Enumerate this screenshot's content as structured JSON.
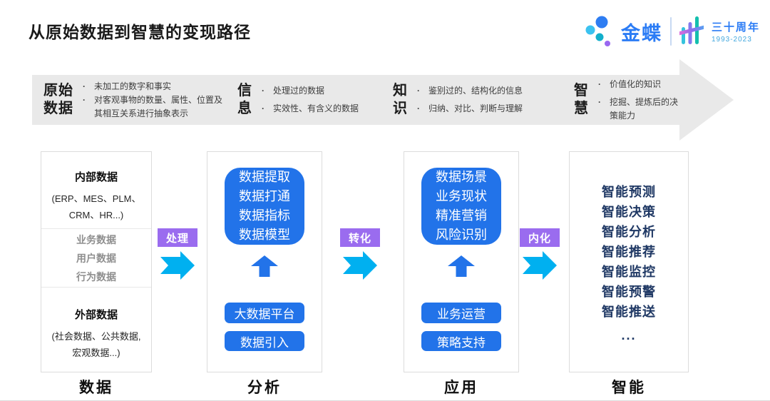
{
  "page": {
    "title": "从原始数据到智慧的变现路径"
  },
  "logo": {
    "brand": "金蝶",
    "anniversary": "三十周年",
    "years": "1993-2023"
  },
  "banner": {
    "stages": [
      {
        "heading": "原始\n数据",
        "bullets": [
          "未加工的数字和事实",
          "对客观事物的数量、属性、位置及其相互关系进行抽象表示"
        ]
      },
      {
        "heading": "信\n息",
        "bullets": [
          "处理过的数据",
          "实效性、有含义的数据"
        ]
      },
      {
        "heading": "知\n识",
        "bullets": [
          "鉴别过的、结构化的信息",
          "归纳、对比、判断与理解"
        ]
      },
      {
        "heading": "智\n慧",
        "bullets": [
          "价值化的知识",
          "挖掘、提炼后的决策能力"
        ]
      }
    ]
  },
  "columns": {
    "data": {
      "label": "数据",
      "internal_title": "内部数据",
      "internal_detail": "(ERP、MES、PLM、CRM、HR...)",
      "middle_items": [
        "业务数据",
        "用户数据",
        "行为数据"
      ],
      "external_title": "外部数据",
      "external_detail": "(社会数据、公共数据, 宏观数据...)"
    },
    "analysis": {
      "label": "分析",
      "big_box": "数据提取\n数据打通\n数据指标\n数据模型",
      "small_boxes": [
        "大数据平台",
        "数据引入"
      ]
    },
    "application": {
      "label": "应用",
      "big_box": "数据场景\n业务现状\n精准营销\n风险识别",
      "small_boxes": [
        "业务运营",
        "策略支持"
      ]
    },
    "intelligence": {
      "label": "智能",
      "items": [
        "智能预测",
        "智能决策",
        "智能分析",
        "智能推荐",
        "智能监控",
        "智能预警",
        "智能推送",
        "..."
      ]
    }
  },
  "connectors": [
    {
      "label": "处理"
    },
    {
      "label": "转化"
    },
    {
      "label": "内化"
    }
  ],
  "colors": {
    "accent_blue": "#2273E9",
    "navy": "#1F3864",
    "purple": "#9A6CEF",
    "cyan": "#00B0F0",
    "banner_gray": "#E9E9E9",
    "brand_blue": "#2B7CF5"
  }
}
